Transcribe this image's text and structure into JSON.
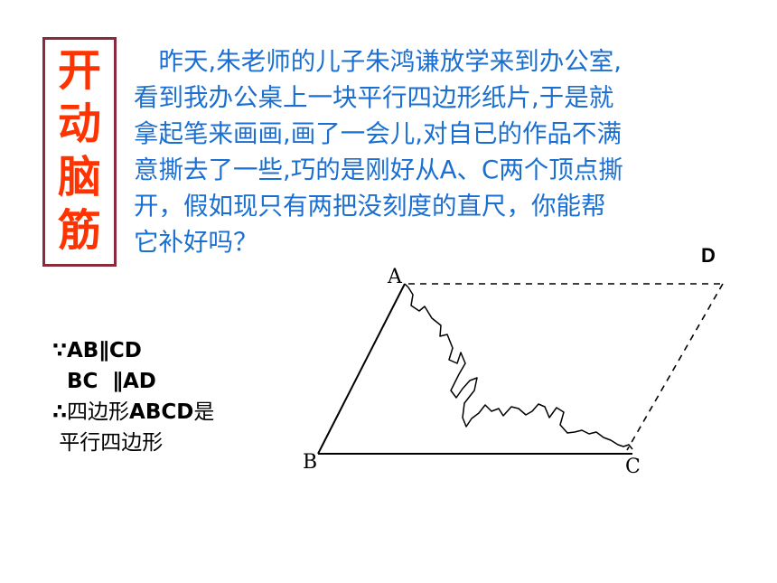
{
  "title": {
    "chars": [
      "开",
      "动",
      "脑",
      "筋"
    ]
  },
  "story": {
    "lines": [
      "　昨天,朱老师的儿子朱鸿谦放学来到办公室,",
      "看到我办公桌上一块平行四边形纸片,于是就",
      "拿起笔来画画,画了一会儿,对自已的作品不满",
      "意撕去了一些,巧的是刚好从A、C两个顶点撕",
      "开，假如现只有两把没刻度的直尺，你能帮",
      "它补好吗？"
    ]
  },
  "proof": {
    "line1": "∵AB∥CD",
    "line2": "  BC  ∥AD",
    "line3_sym": "∴",
    "line3_text": "四边形",
    "line3_bold": "ABCD",
    "line3_end": "是",
    "line4": " 平行四边形"
  },
  "figure": {
    "labels": {
      "A": "A",
      "B": "B",
      "C": "C",
      "D": "D"
    }
  },
  "colors": {
    "title": "#ff3300",
    "title_border": "#8b2a3a",
    "story": "#1a6fd1"
  }
}
